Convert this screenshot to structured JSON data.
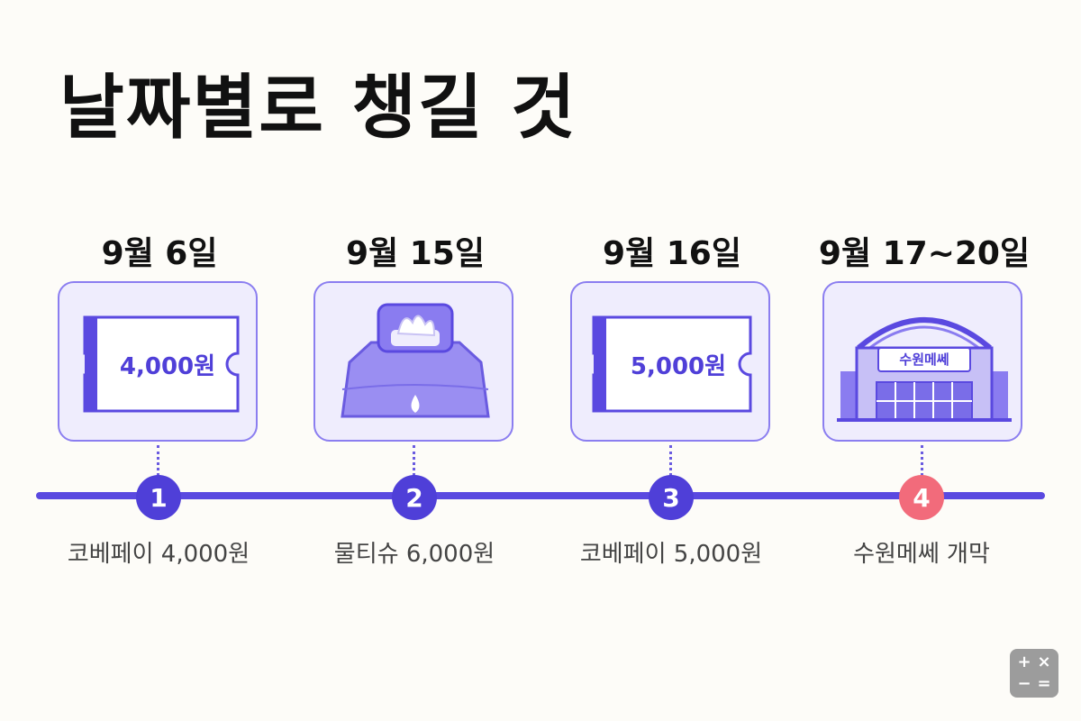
{
  "title": "날짜별로 챙길 것",
  "steps": [
    {
      "number": "1",
      "date": "9월 6일",
      "caption": "코베페이 4,000원",
      "card_text": "4,000원"
    },
    {
      "number": "2",
      "date": "9월 15일",
      "caption": "물티슈 6,000원"
    },
    {
      "number": "3",
      "date": "9월 16일",
      "caption": "코베페이 5,000원",
      "card_text": "5,000원"
    },
    {
      "number": "4",
      "date": "9월 17~20일",
      "caption": "수원메쎄 개막",
      "card_text": "수원메쎄"
    }
  ],
  "calculator": {
    "plus": "+",
    "times": "×",
    "minus": "−",
    "equals": "="
  },
  "colors": {
    "accent": "#4f3fd8",
    "highlight": "#f26b7b",
    "card_bg": "#efedfd"
  }
}
